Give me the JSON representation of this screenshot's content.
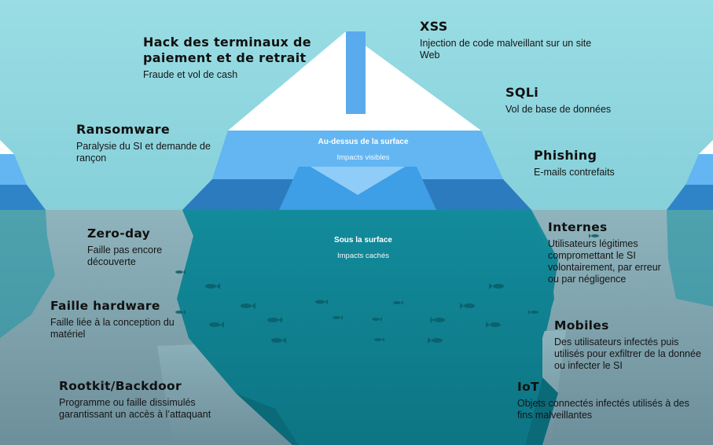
{
  "surface": {
    "title": "Au-dessus de la surface",
    "subtitle": "Impacts visibles"
  },
  "underwater": {
    "title": "Sous la surface",
    "subtitle": "Impacts cachés"
  },
  "threats": {
    "xss": {
      "title": "XSS",
      "desc": "Injection de code malveillant sur un site Web"
    },
    "hack": {
      "title": "Hack des terminaux de paiement et de retrait",
      "desc": "Fraude et vol de cash"
    },
    "sqli": {
      "title": "SQLi",
      "desc": "Vol de base de données"
    },
    "ransomware": {
      "title": "Ransomware",
      "desc": "Paralysie du SI et demande de rançon"
    },
    "phishing": {
      "title": "Phishing",
      "desc": "E-mails contrefaits"
    },
    "zeroday": {
      "title": "Zero-day",
      "desc": "Faille pas encore découverte"
    },
    "internes": {
      "title": "Internes",
      "desc": "Utilisateurs légitimes compromettant le SI volontairement, par erreur ou par négligence"
    },
    "hardware": {
      "title": "Faille hardware",
      "desc": "Faille liée à la conception du matériel"
    },
    "mobiles": {
      "title": "Mobiles",
      "desc": "Des utilisateurs infectés puis utilisés pour exfiltrer de la donnée ou infecter le SI"
    },
    "rootkit": {
      "title": "Rootkit/Backdoor",
      "desc": "Programme ou faille dissimulés garantissant un accès à l’attaquant"
    },
    "iot": {
      "title": "IoT",
      "desc": "Objets connectés infectés utilisés à des fins malveillantes"
    }
  },
  "colors": {
    "sky": "#92d7df",
    "sea_top": "#158c9c",
    "sea_bottom": "#0b6a78",
    "ice_white": "#ffffff",
    "ice_light": "#63b6f2",
    "ice_mid": "#3e9ee6",
    "ice_dark": "#2c7bbf",
    "underwater_ice": "#7b9eaa"
  }
}
